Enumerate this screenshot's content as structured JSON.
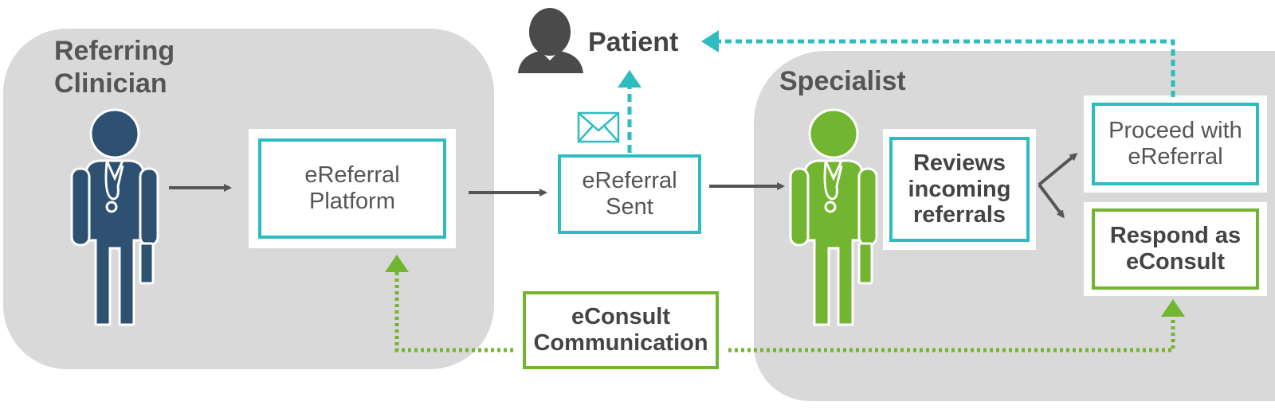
{
  "patient": {
    "label": "Patient",
    "icon": "patient-silhouette-icon"
  },
  "referring": {
    "title_line1": "Referring",
    "title_line2": "Clinician",
    "icon": "doctor-icon",
    "color": "#2e5071"
  },
  "platform": {
    "line1": "eReferral",
    "line2": "Platform"
  },
  "sent": {
    "line1": "eReferral",
    "line2": "Sent",
    "icon": "envelope-icon"
  },
  "specialist": {
    "title": "Specialist",
    "icon": "doctor-icon",
    "color": "#72b531"
  },
  "reviews": {
    "line1": "Reviews",
    "line2": "incoming",
    "line3": "referrals"
  },
  "proceed": {
    "line1": "Proceed with",
    "line2": "eReferral"
  },
  "respond": {
    "line1": "Respond as",
    "line2": "eConsult"
  },
  "econsult": {
    "line1": "eConsult",
    "line2": "Communication"
  },
  "colors": {
    "teal": "#2ebcc0",
    "green": "#72b531",
    "arrow": "#555555",
    "panel": "#d9d9d9"
  }
}
